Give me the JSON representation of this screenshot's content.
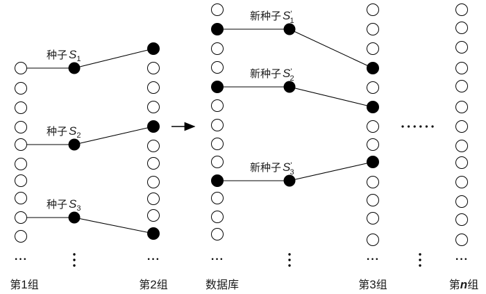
{
  "colors": {
    "ink": "#000000",
    "open_fill": "#ffffff",
    "text": "#1a1a1a"
  },
  "columns": [
    {
      "id": "group1",
      "label_prefix": "第",
      "label_num": "1",
      "label_suffix": "组",
      "num_italic": false,
      "nodes": [
        {
          "filled": false
        },
        {
          "filled": false
        },
        {
          "filled": false
        },
        {
          "filled": false
        },
        {
          "filled": false
        },
        {
          "filled": false
        },
        {
          "filled": false
        },
        {
          "filled": false
        },
        {
          "filled": false
        },
        {
          "filled": false
        }
      ],
      "ellipsis": "•••"
    },
    {
      "id": "group2",
      "label_prefix": "第",
      "label_num": "2",
      "label_suffix": "组",
      "num_italic": false,
      "nodes": [
        {
          "filled": true
        },
        {
          "filled": false
        },
        {
          "filled": false
        },
        {
          "filled": false
        },
        {
          "filled": true
        },
        {
          "filled": false
        },
        {
          "filled": false
        },
        {
          "filled": false
        },
        {
          "filled": false
        },
        {
          "filled": false
        },
        {
          "filled": true
        }
      ],
      "ellipsis": "•••"
    },
    {
      "id": "database",
      "label_prefix": "数据库",
      "label_num": "",
      "label_suffix": "",
      "num_italic": false,
      "nodes": [
        {
          "filled": false
        },
        {
          "filled": true
        },
        {
          "filled": false
        },
        {
          "filled": false
        },
        {
          "filled": true
        },
        {
          "filled": false
        },
        {
          "filled": false
        },
        {
          "filled": false
        },
        {
          "filled": false
        },
        {
          "filled": true
        },
        {
          "filled": false
        },
        {
          "filled": false
        },
        {
          "filled": false
        }
      ],
      "ellipsis": "•••"
    },
    {
      "id": "group3",
      "label_prefix": "第",
      "label_num": "3",
      "label_suffix": "组",
      "num_italic": false,
      "nodes": [
        {
          "filled": false
        },
        {
          "filled": false
        },
        {
          "filled": false
        },
        {
          "filled": true
        },
        {
          "filled": false
        },
        {
          "filled": true
        },
        {
          "filled": false
        },
        {
          "filled": false
        },
        {
          "filled": true
        },
        {
          "filled": false
        },
        {
          "filled": false
        },
        {
          "filled": false
        },
        {
          "filled": false
        }
      ],
      "ellipsis": "•••"
    },
    {
      "id": "groupn",
      "label_prefix": "第",
      "label_num": "n",
      "label_suffix": "组",
      "num_italic": true,
      "nodes": [
        {
          "filled": false
        },
        {
          "filled": false
        },
        {
          "filled": false
        },
        {
          "filled": false
        },
        {
          "filled": false
        },
        {
          "filled": false
        },
        {
          "filled": false
        },
        {
          "filled": false
        },
        {
          "filled": false
        },
        {
          "filled": false
        },
        {
          "filled": false
        },
        {
          "filled": false
        },
        {
          "filled": false
        }
      ],
      "ellipsis": "•••"
    }
  ],
  "seeds": [
    {
      "id": "s1",
      "label": "种子",
      "symbol": "S",
      "subscript": "1",
      "prime": false,
      "from": [
        0,
        0
      ],
      "to": [
        1,
        0
      ]
    },
    {
      "id": "s2",
      "label": "种子",
      "symbol": "S",
      "subscript": "2",
      "prime": false,
      "from": [
        0,
        4
      ],
      "to": [
        1,
        4
      ]
    },
    {
      "id": "s3",
      "label": "种子",
      "symbol": "S",
      "subscript": "3",
      "prime": false,
      "from": [
        0,
        8
      ],
      "to": [
        1,
        10
      ]
    },
    {
      "id": "s1p",
      "label": "新种子",
      "symbol": "S",
      "subscript": "1",
      "prime": true,
      "from": [
        2,
        1
      ],
      "to": [
        3,
        3
      ]
    },
    {
      "id": "s2p",
      "label": "新种子",
      "symbol": "S",
      "subscript": "2",
      "prime": true,
      "from": [
        2,
        4
      ],
      "to": [
        3,
        5
      ]
    },
    {
      "id": "s3p",
      "label": "新种子",
      "symbol": "S",
      "subscript": "3",
      "prime": true,
      "from": [
        2,
        9
      ],
      "to": [
        3,
        8
      ]
    }
  ],
  "vertical_ellipsis": "⋮",
  "horizontal_ellipsis": "••••••",
  "arrow": {
    "direction": "right",
    "meaning": "group2-to-database"
  }
}
